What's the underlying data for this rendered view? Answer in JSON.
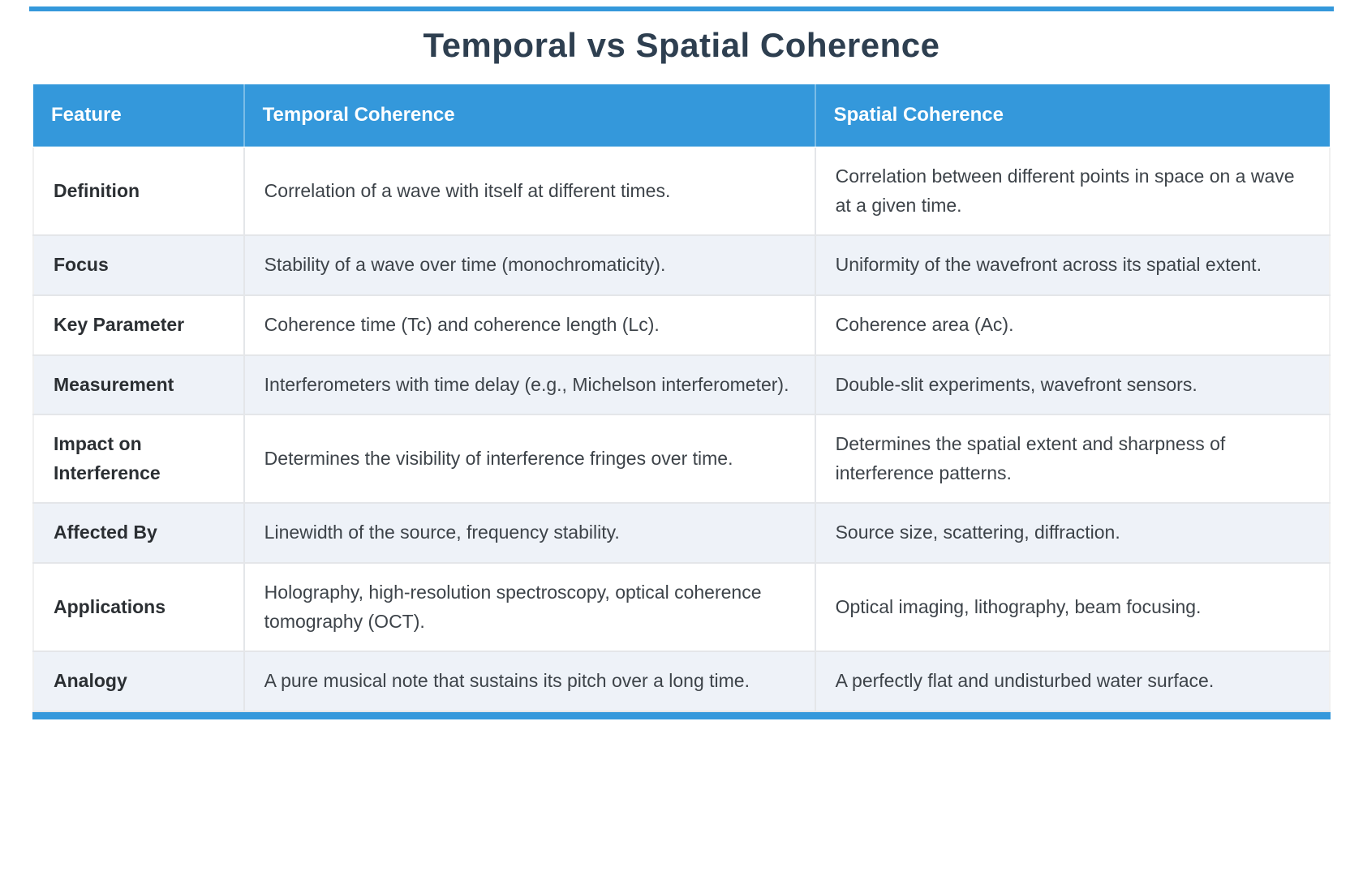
{
  "page": {
    "title": "Temporal vs Spatial Coherence"
  },
  "theme": {
    "accent_blue": "#3498db",
    "alt_row_bg": "#eef2f8",
    "title_color": "#2e3f50",
    "body_text": "#3d4349"
  },
  "table": {
    "columns": [
      "Feature",
      "Temporal Coherence",
      "Spatial Coherence"
    ],
    "rows": [
      {
        "feature": "Definition",
        "temporal": "Correlation of a wave with itself at different times.",
        "spatial": "Correlation between different points in space on a wave at a given time."
      },
      {
        "feature": "Focus",
        "temporal": "Stability of a wave over time (monochromaticity).",
        "spatial": "Uniformity of the wavefront across its spatial extent."
      },
      {
        "feature": "Key Parameter",
        "temporal": "Coherence time (Tc) and coherence length (Lc).",
        "spatial": "Coherence area (Ac)."
      },
      {
        "feature": "Measurement",
        "temporal": "Interferometers with time delay (e.g., Michelson interferometer).",
        "spatial": "Double-slit experiments, wavefront sensors."
      },
      {
        "feature": "Impact on Interference",
        "temporal": "Determines the visibility of interference fringes over time.",
        "spatial": "Determines the spatial extent and sharpness of interference patterns."
      },
      {
        "feature": "Affected By",
        "temporal": "Linewidth of the source, frequency stability.",
        "spatial": "Source size, scattering, diffraction."
      },
      {
        "feature": "Applications",
        "temporal": "Holography, high-resolution spectroscopy, optical coherence tomography (OCT).",
        "spatial": "Optical imaging, lithography, beam focusing."
      },
      {
        "feature": "Analogy",
        "temporal": "A pure musical note that sustains its pitch over a long time.",
        "spatial": "A perfectly flat and undisturbed water surface."
      }
    ]
  }
}
